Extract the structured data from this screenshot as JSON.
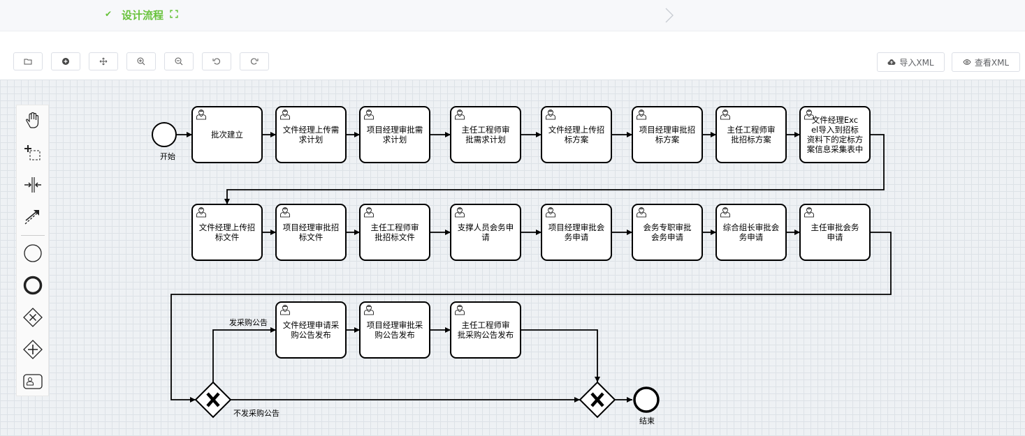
{
  "header": {
    "step_title": "设计流程"
  },
  "toolbar": {
    "buttons": [
      "folder-open-icon",
      "plus-circle-icon",
      "fit-move-icon",
      "zoom-in-icon",
      "zoom-out-icon",
      "undo-icon",
      "redo-icon"
    ],
    "import_xml": "导入XML",
    "view_xml": "查看XML"
  },
  "palette": {
    "tools": [
      "hand-tool-icon",
      "lasso-tool-icon",
      "space-tool-icon",
      "global-connect-icon",
      "start-event-icon",
      "end-event-icon",
      "exclusive-gateway-icon",
      "parallel-gateway-icon",
      "user-task-icon"
    ]
  },
  "diagram": {
    "start_label": "开始",
    "end_label": "结束",
    "row1": [
      [
        "批次建立"
      ],
      [
        "文件经理上传需",
        "求计划"
      ],
      [
        "项目经理审批需",
        "求计划"
      ],
      [
        "主任工程师审",
        "批需求计划"
      ],
      [
        "文件经理上传招",
        "标方案"
      ],
      [
        "项目经理审批招",
        "标方案"
      ],
      [
        "主任工程师审",
        "批招标方案"
      ],
      [
        "文件经理Exc",
        "el导入到招标",
        "资料下的定标方",
        "案信息采集表中"
      ]
    ],
    "row2": [
      [
        "文件经理上传招",
        "标文件"
      ],
      [
        "项目经理审批招",
        "标文件"
      ],
      [
        "主任工程师审",
        "批招标文件"
      ],
      [
        "支撑人员会务申",
        "请"
      ],
      [
        "项目经理审批会",
        "务申请"
      ],
      [
        "会务专职审批",
        "会务申请"
      ],
      [
        "综合组长审批会",
        "务申请"
      ],
      [
        "主任审批会务",
        "申请"
      ]
    ],
    "row3": [
      [
        "文件经理申请采",
        "购公告发布"
      ],
      [
        "项目经理审批采",
        "购公告发布"
      ],
      [
        "主任工程师审",
        "批采购公告发布"
      ]
    ],
    "flow_yes": "发采购公告",
    "flow_no": "不发采购公告"
  }
}
